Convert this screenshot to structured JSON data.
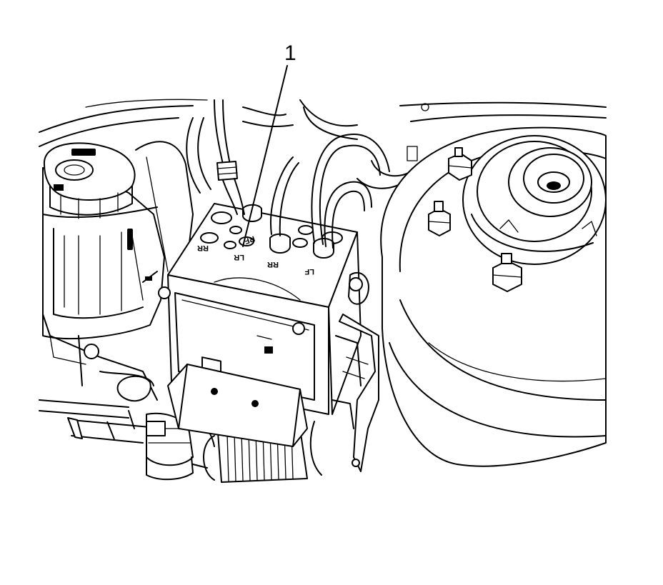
{
  "callouts": [
    {
      "label": "1"
    }
  ],
  "port_labels": {
    "rr": "RR",
    "lr": "LR",
    "rf": "RF",
    "lf": "LF"
  },
  "colors": {
    "line": "#000000",
    "background": "#ffffff"
  }
}
